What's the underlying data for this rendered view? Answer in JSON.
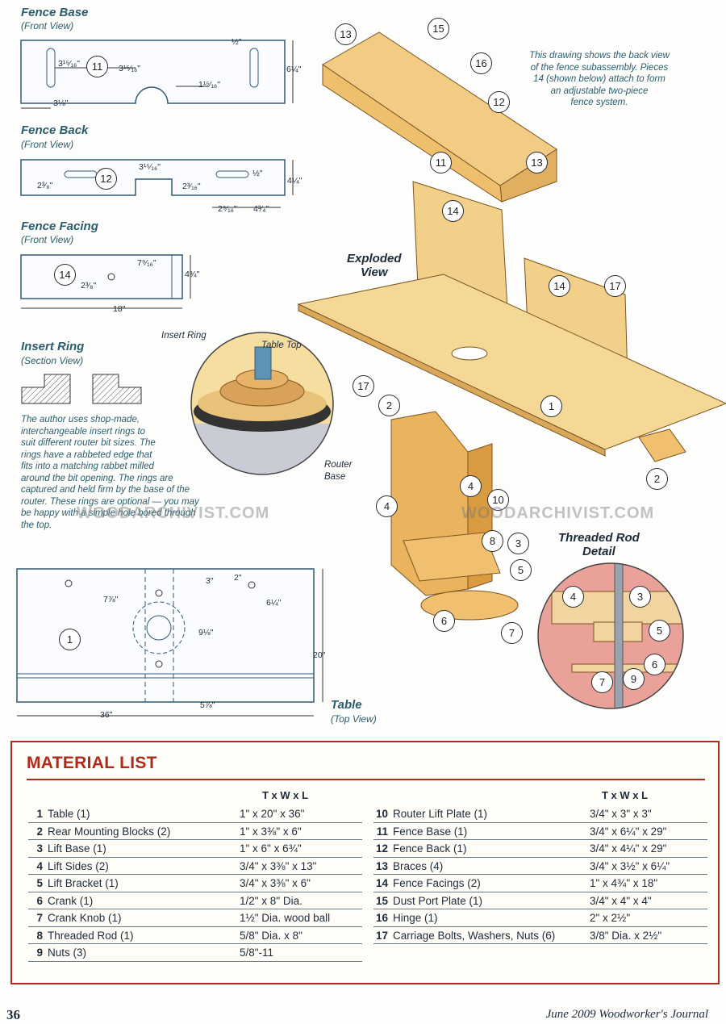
{
  "drawings": {
    "fence_base": {
      "title": "Fence Base",
      "view": "(Front View)",
      "part": "11",
      "dims": [
        "3¹⁵⁄₁₆\"",
        "3¹⁵⁄₁₆\"",
        "1¹⁵⁄₁₆\"",
        "½\"",
        "6¼\"",
        "3⅛\""
      ]
    },
    "fence_back": {
      "title": "Fence Back",
      "view": "(Front View)",
      "part": "12",
      "dims": [
        "3¹⁵⁄₁₆\"",
        "½\"",
        "2³⁄₈\"",
        "2³⁄₁₆\"",
        "4¼\"",
        "2⁹⁄₁₆\"",
        "4³⁄₄\""
      ]
    },
    "fence_facing": {
      "title": "Fence Facing",
      "view": "(Front View)",
      "part": "14",
      "dims": [
        "7⁹⁄₁₆\"",
        "2³⁄₈\"",
        "4¾\"",
        "18\""
      ]
    },
    "insert_ring": {
      "title": "Insert Ring",
      "view": "(Section View)",
      "note": [
        "The author uses shop-made,",
        "interchangeable insert rings to",
        "suit different router bit sizes. The",
        "rings have a rabbeted edge that",
        "fits into a matching rabbet milled",
        "around the bit opening. The rings are",
        "captured and held firm by the base of the",
        "router. These rings are optional — you may",
        "be happy with a simple hole bored through",
        "the top."
      ]
    },
    "exploded": {
      "title": [
        "Exploded",
        "View"
      ],
      "note": [
        "This drawing shows the back view",
        "of the fence subassembly. Pieces",
        "14 (shown below) attach to form",
        "an adjustable two-piece",
        "fence system."
      ],
      "callouts": [
        "13",
        "15",
        "16",
        "12",
        "11",
        "13",
        "14",
        "14",
        "17",
        "17",
        "2",
        "1",
        "2",
        "4",
        "4",
        "10",
        "8",
        "3",
        "5",
        "6",
        "7"
      ]
    },
    "detail_labels": {
      "insert_ring": "Insert Ring",
      "table_top": "Table Top",
      "router_base": [
        "Router",
        "Base"
      ]
    },
    "threaded_rod": {
      "title": [
        "Threaded Rod",
        "Detail"
      ],
      "callouts": [
        "4",
        "3",
        "5",
        "6",
        "7",
        "9"
      ]
    },
    "table": {
      "title": "Table",
      "view": "(Top View)",
      "part": "1",
      "dims": [
        "3\"",
        "2\"",
        "7⅞\"",
        "6¼\"",
        "9⅛\"",
        "20\"",
        "5⅞\"",
        "36\""
      ]
    }
  },
  "watermarks": [
    "WOODARCHIVIST.COM",
    "WOODARCHIVIST.COM"
  ],
  "material_list": {
    "title": "MATERIAL LIST",
    "header": "T x W x L",
    "left": [
      {
        "num": "1",
        "name": "Table (1)",
        "size": "1\" x 20\" x 36\""
      },
      {
        "num": "2",
        "name": "Rear Mounting Blocks (2)",
        "size": "1\" x 3⅜\" x 6\""
      },
      {
        "num": "3",
        "name": "Lift Base (1)",
        "size": "1\" x 6\" x 6¾\""
      },
      {
        "num": "4",
        "name": "Lift Sides (2)",
        "size": "3/4\" x 3⅜\" x 13\""
      },
      {
        "num": "5",
        "name": "Lift Bracket (1)",
        "size": "3/4\" x 3⅜\" x 6\""
      },
      {
        "num": "6",
        "name": "Crank (1)",
        "size": "1/2\" x 8\" Dia."
      },
      {
        "num": "7",
        "name": "Crank Knob (1)",
        "size": "1½\" Dia. wood ball"
      },
      {
        "num": "8",
        "name": "Threaded Rod (1)",
        "size": "5/8\" Dia. x 8\""
      },
      {
        "num": "9",
        "name": "Nuts (3)",
        "size": "5/8\"-11"
      }
    ],
    "right": [
      {
        "num": "10",
        "name": "Router Lift Plate (1)",
        "size": "3/4\" x 3\" x 3\""
      },
      {
        "num": "11",
        "name": "Fence Base (1)",
        "size": "3/4\" x 6¼\" x 29\""
      },
      {
        "num": "12",
        "name": "Fence Back (1)",
        "size": "3/4\" x 4¼\" x 29\""
      },
      {
        "num": "13",
        "name": "Braces (4)",
        "size": "3/4\" x 3½\" x 6¼\""
      },
      {
        "num": "14",
        "name": "Fence Facings (2)",
        "size": "1\" x 4¾\" x 18\""
      },
      {
        "num": "15",
        "name": "Dust Port Plate (1)",
        "size": "3/4\" x 4\" x 4\""
      },
      {
        "num": "16",
        "name": "Hinge (1)",
        "size": "2\" x 2½\""
      },
      {
        "num": "17",
        "name": "Carriage Bolts, Washers, Nuts (6)",
        "size": "3/8\" Dia. x 2½\""
      }
    ]
  },
  "footer": {
    "page": "36",
    "issue": "June 2009  Woodworker's Journal"
  },
  "colors": {
    "accent": "#b02a1c",
    "wood": "#f0c878",
    "outline": "#2f5a78",
    "detail": "#e9a19a"
  }
}
